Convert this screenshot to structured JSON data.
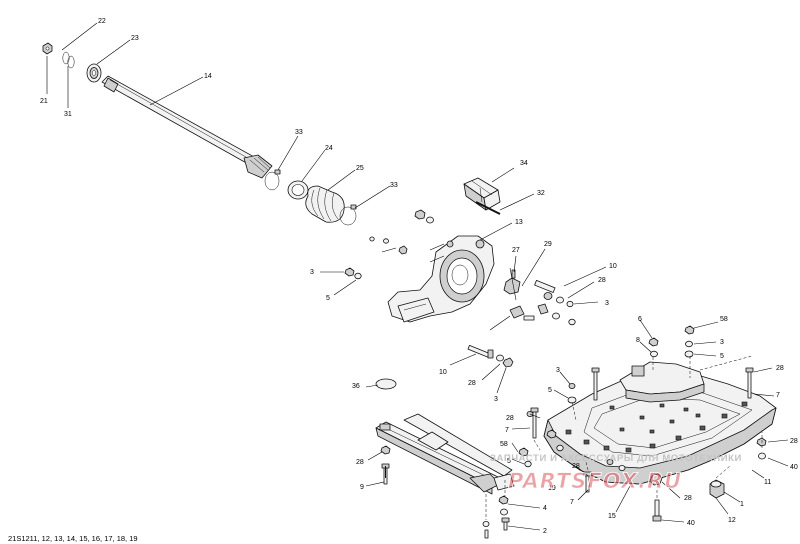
{
  "callouts": {
    "c22": "22",
    "c23": "23",
    "c21": "21",
    "c31": "31",
    "c14": "14",
    "c33a": "33",
    "c24": "24",
    "c25": "25",
    "c33b": "33",
    "c34": "34",
    "c32": "32",
    "c13": "13",
    "c27": "27",
    "c29": "29",
    "c10a": "10",
    "c28a": "28",
    "c3a": "3",
    "c3b": "3",
    "c5a": "5",
    "c10b": "10",
    "c28b": "28",
    "c3c": "3",
    "c6": "6",
    "c58a": "58",
    "c8": "8",
    "c3d": "3",
    "c5b": "5",
    "c28c": "28",
    "c36": "36",
    "c3e": "3",
    "c5c": "5",
    "c7a": "7",
    "c28d": "28",
    "c7b": "7",
    "c58b": "58",
    "c5d": "5",
    "c28e": "28",
    "c28f": "28",
    "c40a": "40",
    "c11": "11",
    "c19": "19",
    "c9": "9",
    "c28g": "28",
    "c7c": "7",
    "c15": "15",
    "c28h": "28",
    "c1": "1",
    "c4": "4",
    "c12": "12",
    "c2": "2",
    "c40b": "40"
  },
  "reference": "21S1211, 12, 13, 14, 15, 16, 17, 18, 19",
  "watermark": {
    "line": "ЗАПЧАСТИ И АКСЕССУАРЫ ДЛЯ МОТОТЕХНИКИ",
    "brand": "PARTSFOX.RU"
  }
}
